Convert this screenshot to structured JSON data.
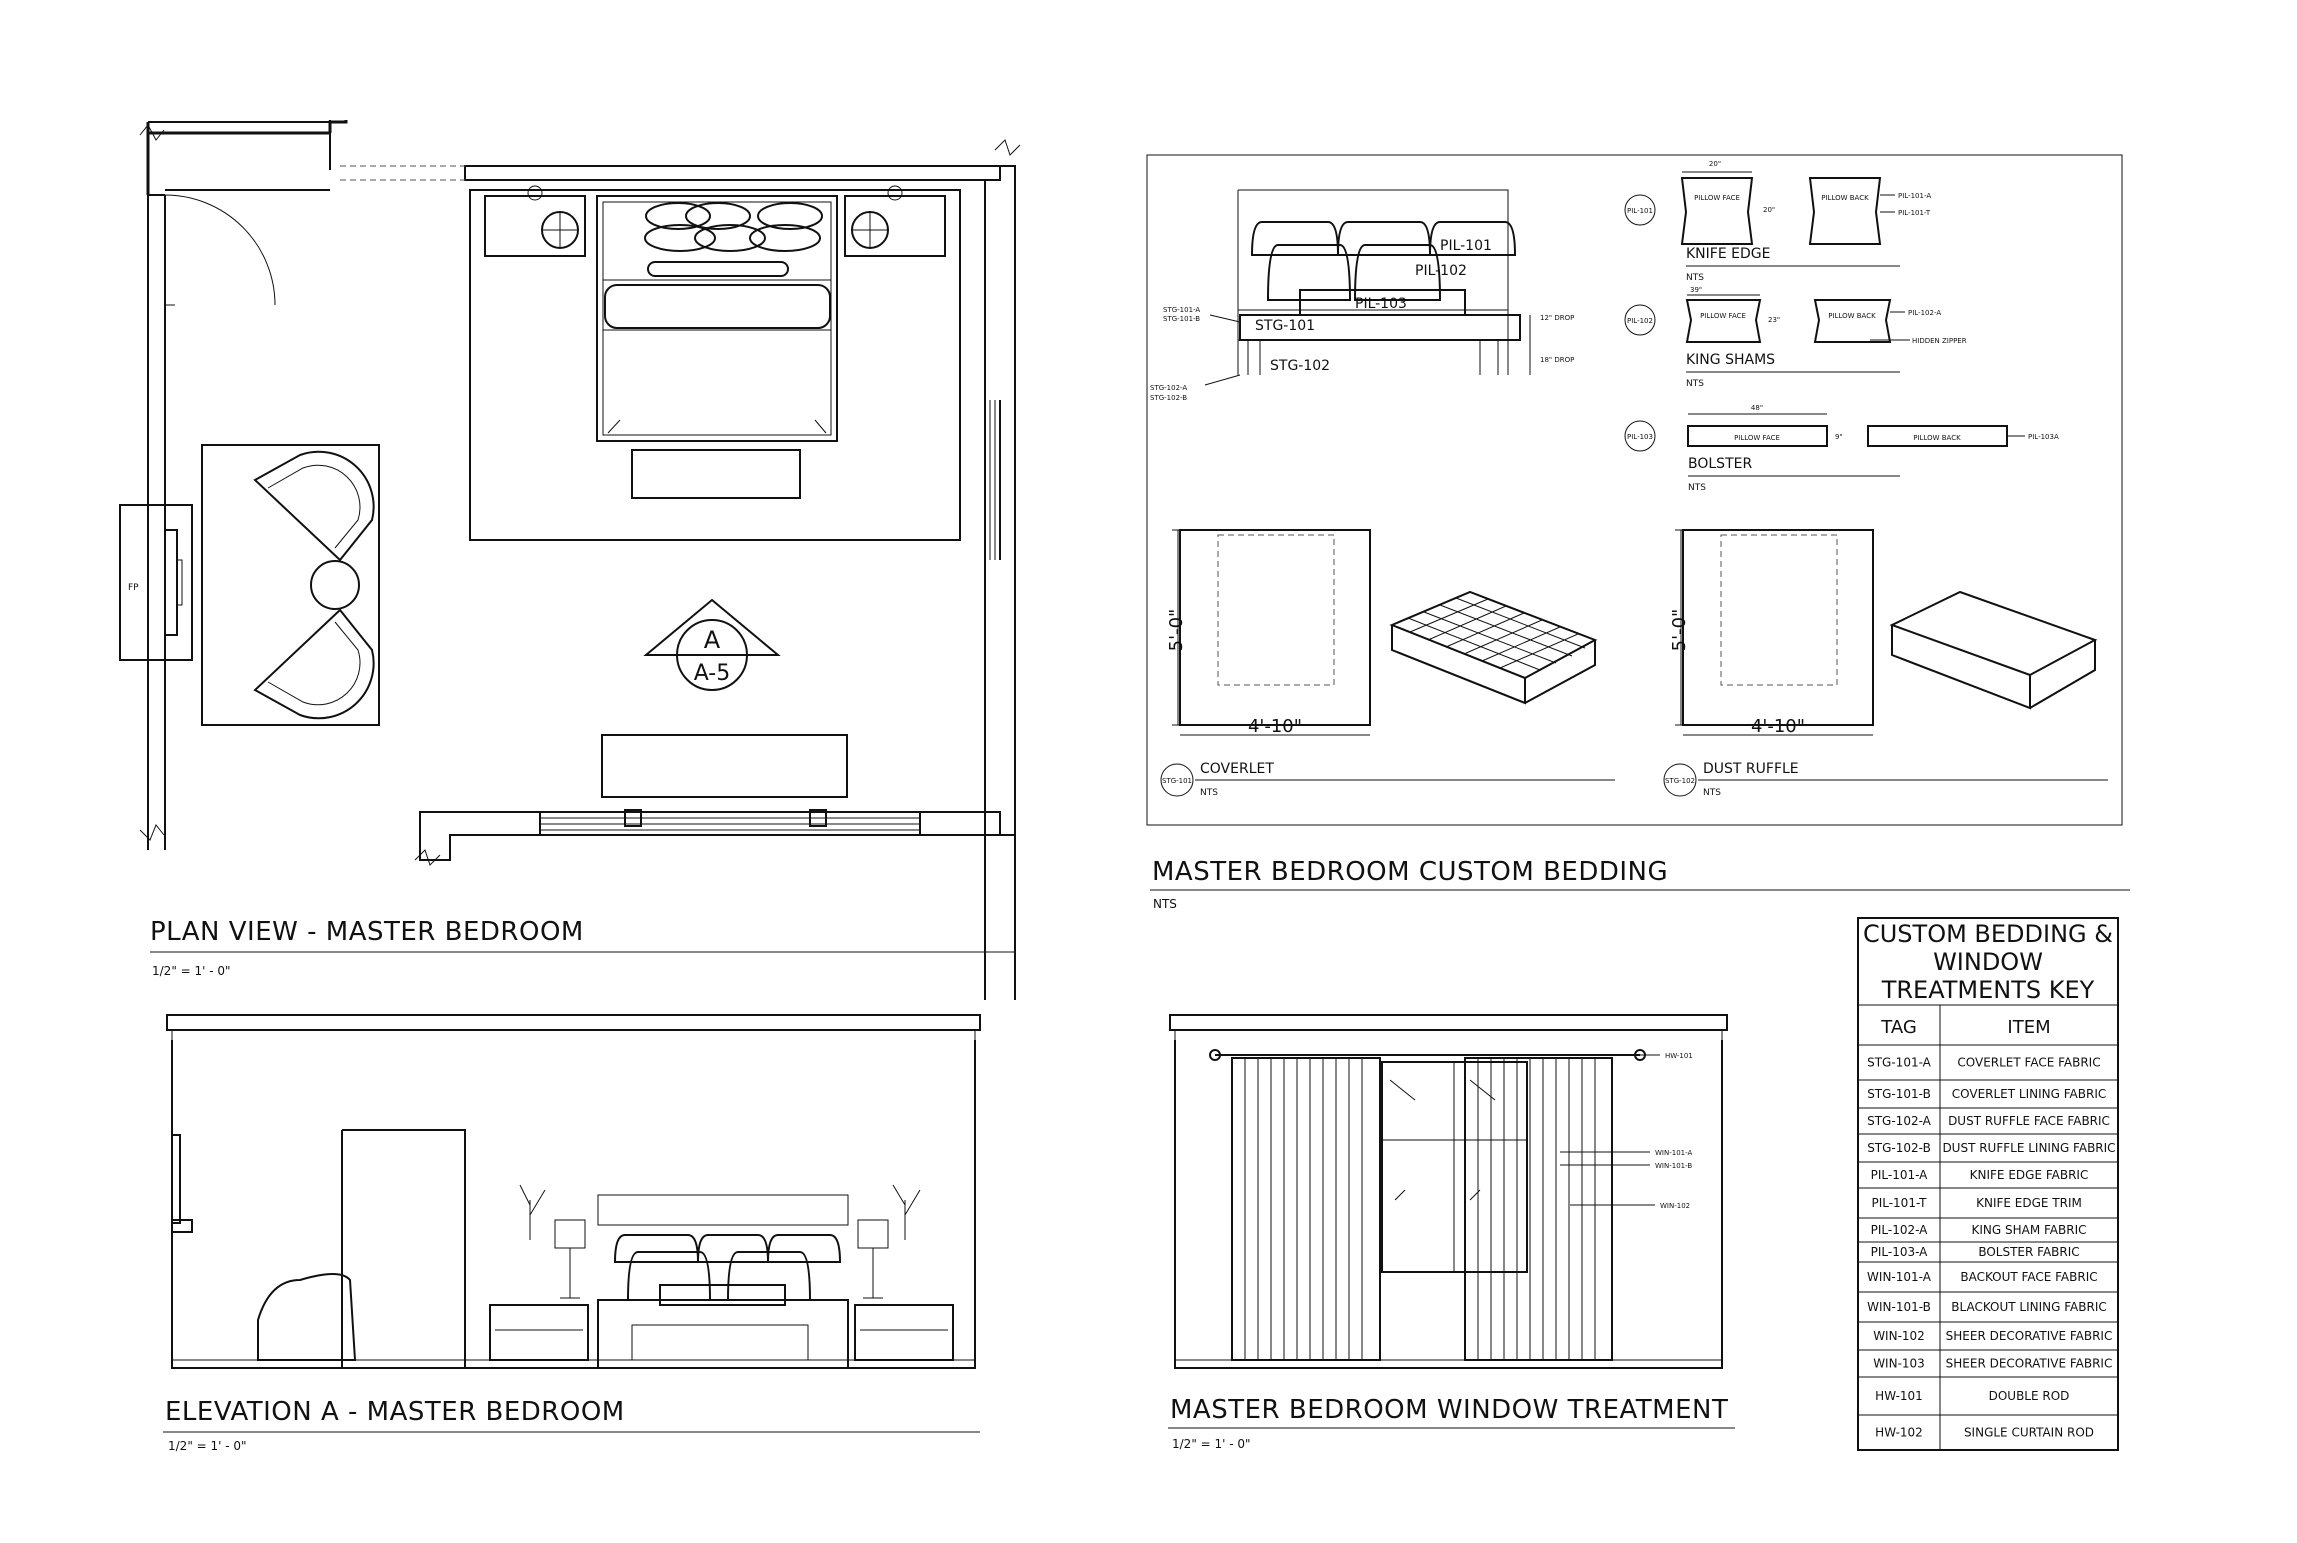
{
  "plan": {
    "title": "PLAN VIEW - MASTER BEDROOM",
    "scale": "1/2\" = 1' - 0\"",
    "fp": "FP",
    "marker_top": "A",
    "marker_bottom": "A-5"
  },
  "bedding": {
    "title": "MASTER BEDROOM CUSTOM BEDDING",
    "nts": "NTS",
    "callouts": {
      "pil101": "PIL-101",
      "pil102": "PIL-102",
      "pil103": "PIL-103",
      "stg101": "STG-101",
      "stg102": "STG-102",
      "stg101a": "STG-101-A",
      "stg101b": "STG-101-B",
      "stg102a": "STG-102-A",
      "stg102b": "STG-102-B",
      "drop12": "12\" DROP",
      "drop18": "18\" DROP"
    },
    "knife_edge": {
      "tag": "PIL-101",
      "name": "KNIFE EDGE",
      "nts": "NTS",
      "width": "20\"",
      "height": "20\"",
      "face": "PILLOW FACE",
      "back": "PILLOW BACK",
      "ref_a": "PIL-101-A",
      "ref_b": "PIL-101-T"
    },
    "king_shams": {
      "tag": "PIL-102",
      "name": "KING SHAMS",
      "nts": "NTS",
      "width": "39\"",
      "height": "23\"",
      "face": "PILLOW FACE",
      "back": "PILLOW BACK",
      "ref_a": "PIL-102-A",
      "zipper": "HIDDEN ZIPPER"
    },
    "bolster": {
      "tag": "PIL-103",
      "name": "BOLSTER",
      "nts": "NTS",
      "width": "48\"",
      "height": "9\"",
      "face": "PILLOW FACE",
      "back": "PILLOW BACK",
      "ref_a": "PIL-103A"
    },
    "coverlet": {
      "tag": "STG-101",
      "name": "COVERLET",
      "nts": "NTS",
      "h": "5'-0\"",
      "w": "4'-10\""
    },
    "dust_ruffle": {
      "tag": "STG-102",
      "name": "DUST RUFFLE",
      "nts": "NTS",
      "h": "5'-0\"",
      "w": "4'-10\""
    }
  },
  "elevation": {
    "title": "ELEVATION A - MASTER BEDROOM",
    "scale": "1/2\" = 1' - 0\""
  },
  "window": {
    "title": "MASTER BEDROOM WINDOW TREATMENT",
    "scale": "1/2\" = 1' - 0\"",
    "hw101": "HW-101",
    "win101a": "WIN-101-A",
    "win101b": "WIN-101-B",
    "win102": "WIN-102"
  },
  "key": {
    "title_lines": [
      "CUSTOM BEDDING &",
      "WINDOW",
      "TREATMENTS KEY"
    ],
    "col_tag": "TAG",
    "col_item": "ITEM",
    "rows": [
      {
        "tag": "STG-101-A",
        "item": "COVERLET FACE FABRIC"
      },
      {
        "tag": "STG-101-B",
        "item": "COVERLET LINING FABRIC"
      },
      {
        "tag": "STG-102-A",
        "item": "DUST RUFFLE FACE FABRIC"
      },
      {
        "tag": "STG-102-B",
        "item": "DUST RUFFLE LINING FABRIC"
      },
      {
        "tag": "PIL-101-A",
        "item": "KNIFE EDGE FABRIC"
      },
      {
        "tag": "PIL-101-T",
        "item": "KNIFE EDGE TRIM"
      },
      {
        "tag": "PIL-102-A",
        "item": "KING SHAM FABRIC"
      },
      {
        "tag": "PIL-103-A",
        "item": "BOLSTER FABRIC"
      },
      {
        "tag": "WIN-101-A",
        "item": "BACKOUT FACE FABRIC"
      },
      {
        "tag": "WIN-101-B",
        "item": "BLACKOUT LINING FABRIC"
      },
      {
        "tag": "WIN-102",
        "item": "SHEER DECORATIVE FABRIC"
      },
      {
        "tag": "WIN-103",
        "item": "SHEER DECORATIVE FABRIC"
      },
      {
        "tag": "HW-101",
        "item": "DOUBLE ROD"
      },
      {
        "tag": "HW-102",
        "item": "SINGLE CURTAIN ROD"
      }
    ]
  }
}
